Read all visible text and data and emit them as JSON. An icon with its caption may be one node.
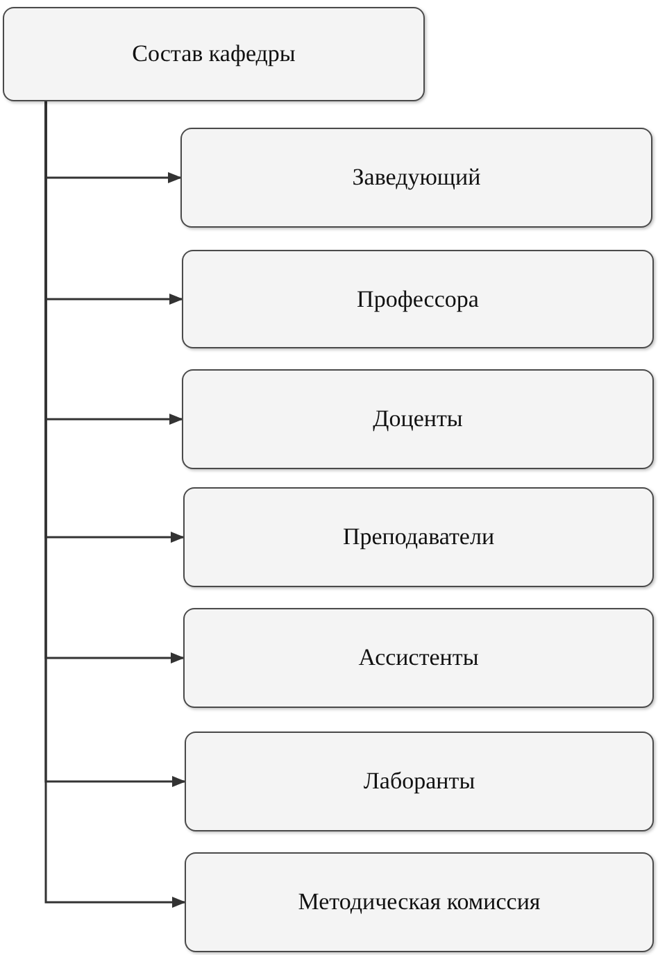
{
  "diagram": {
    "nodes": [
      {
        "text": [
          "Состав кафедры"
        ]
      },
      {
        "text": [
          "Заведующий"
        ]
      },
      {
        "text": [
          "Профессора"
        ]
      },
      {
        "text": [
          "Доценты"
        ]
      },
      {
        "text": [
          "Преподаватели"
        ]
      },
      {
        "text": [
          "Ассистенты"
        ]
      },
      {
        "text": [
          "Лаборанты"
        ]
      },
      {
        "text": [
          "Методическая комиссия"
        ]
      }
    ],
    "edges": [
      {
        "from": 0,
        "to": 1,
        "arrow": "to"
      },
      {
        "from": 0,
        "to": 2,
        "arrow": "to"
      },
      {
        "from": 0,
        "to": 3,
        "arrow": "to"
      },
      {
        "from": 0,
        "to": 4,
        "arrow": "to"
      },
      {
        "from": 0,
        "to": 5,
        "arrow": "to"
      },
      {
        "from": 0,
        "to": 6,
        "arrow": "to"
      },
      {
        "from": 0,
        "to": 7,
        "arrow": "to"
      }
    ]
  }
}
